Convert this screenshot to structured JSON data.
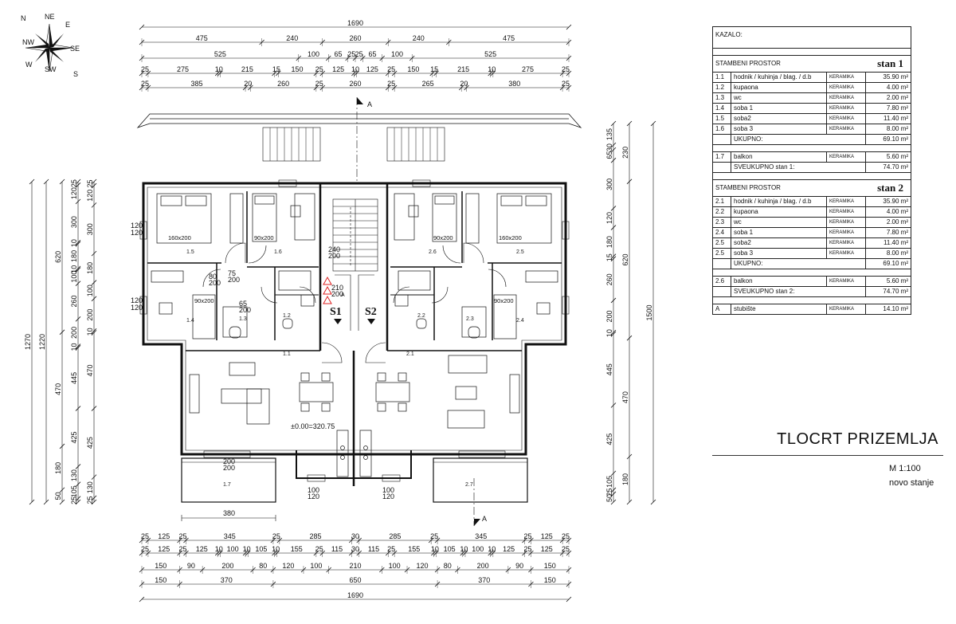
{
  "compass": {
    "labels": [
      "N",
      "NE",
      "E",
      "SE",
      "S",
      "SW",
      "W",
      "NW"
    ]
  },
  "dims": {
    "top_total": "1690",
    "top_row1": [
      "475",
      "240",
      "260",
      "240",
      "475"
    ],
    "top_row2": [
      "525",
      "100",
      "65",
      "25",
      "25",
      "65",
      "100",
      "525"
    ],
    "top_row3": [
      "25",
      "275",
      "10",
      "215",
      "15",
      "150",
      "25",
      "125",
      "10",
      "125",
      "25",
      "150",
      "15",
      "215",
      "10",
      "275",
      "25"
    ],
    "top_row4": [
      "25",
      "385",
      "20",
      "260",
      "25",
      "260",
      "25",
      "265",
      "20",
      "380",
      "25"
    ],
    "bottom_row1": [
      "25",
      "125",
      "25",
      "345",
      "25",
      "285",
      "30",
      "285",
      "25",
      "345",
      "25",
      "125",
      "25"
    ],
    "bottom_row2": [
      "25",
      "125",
      "25",
      "125",
      "10",
      "100",
      "10",
      "105",
      "10",
      "155",
      "25",
      "115",
      "30",
      "115",
      "25",
      "155",
      "10",
      "105",
      "10",
      "100",
      "10",
      "125",
      "25",
      "125",
      "25"
    ],
    "bottom_row3": [
      "150",
      "90",
      "200",
      "80",
      "120",
      "100",
      "210",
      "100",
      "120",
      "80",
      "200",
      "90",
      "150"
    ],
    "bottom_row4": [
      "150",
      "370",
      "650",
      "370",
      "150"
    ],
    "bottom_total": "1690",
    "left_outer": "1270",
    "left_mid": "1220",
    "left_col3": [
      "620",
      "470",
      "180",
      "50"
    ],
    "left_col4": [
      "25",
      "120",
      "300",
      "10",
      "180",
      "10",
      "100",
      "260",
      "200",
      "10",
      "445",
      "425",
      "130",
      "105",
      "25"
    ],
    "left_col5": [
      "25",
      "120",
      "300",
      "180",
      "100",
      "200",
      "10",
      "470",
      "425",
      "130",
      "25"
    ],
    "right_total": "1500",
    "right_col1": [
      "230",
      "620",
      "470",
      "180"
    ],
    "right_col2": [
      "135",
      "30",
      "65",
      "300",
      "120",
      "180",
      "15",
      "260",
      "200",
      "10",
      "445",
      "425",
      "105",
      "25",
      "50"
    ],
    "balcony_width": "380"
  },
  "plan": {
    "section_mark": "A",
    "elevation": "±0.00=320.75",
    "stair1": "S1",
    "stair2": "S2",
    "beds": [
      "160x200",
      "90x200",
      "90x200",
      "90x200",
      "90x200",
      "160x200"
    ],
    "rooms": [
      "1.5",
      "1.6",
      "1.4",
      "1.3",
      "1.2",
      "1.1",
      "1.7",
      "2.1",
      "2.2",
      "2.3",
      "2.4",
      "2.5",
      "2.6",
      "2.7",
      "A"
    ],
    "door_labels": [
      "75",
      "200",
      "80",
      "200",
      "65",
      "200",
      "210",
      "200",
      "240",
      "200"
    ],
    "window_labels": [
      "120",
      "120",
      "120",
      "120",
      "200",
      "200",
      "100",
      "120",
      "100",
      "120"
    ]
  },
  "legend": {
    "header": "KAZALO:",
    "sections": [
      {
        "label": "STAMBENI PROSTOR",
        "title": "stan 1",
        "rows": [
          {
            "num": "1.1",
            "name": "hodnik / kuhinja / blag. / d.b",
            "mat": "KERAMIKA",
            "area": "35.90 m²"
          },
          {
            "num": "1.2",
            "name": "kupaona",
            "mat": "KERAMIKA",
            "area": "4.00 m²"
          },
          {
            "num": "1.3",
            "name": "wc",
            "mat": "KERAMIKA",
            "area": "2.00 m²"
          },
          {
            "num": "1.4",
            "name": "soba 1",
            "mat": "KERAMIKA",
            "area": "7.80 m²"
          },
          {
            "num": "1.5",
            "name": "soba2",
            "mat": "KERAMIKA",
            "area": "11.40 m²"
          },
          {
            "num": "1.6",
            "name": "soba 3",
            "mat": "KERAMIKA",
            "area": "8.00 m²"
          }
        ],
        "subtotal_label": "UKUPNO:",
        "subtotal": "69.10 m²",
        "extra": {
          "num": "1.7",
          "name": "balkon",
          "mat": "KERAMIKA",
          "area": "5.60 m²"
        },
        "total_label": "SVEUKUPNO stan 1:",
        "total": "74.70 m²"
      },
      {
        "label": "STAMBENI PROSTOR",
        "title": "stan 2",
        "rows": [
          {
            "num": "2.1",
            "name": "hodnik / kuhinja / blag. / d.b",
            "mat": "KERAMIKA",
            "area": "35.90 m²"
          },
          {
            "num": "2.2",
            "name": "kupaona",
            "mat": "KERAMIKA",
            "area": "4.00 m²"
          },
          {
            "num": "2.3",
            "name": "wc",
            "mat": "KERAMIKA",
            "area": "2.00 m²"
          },
          {
            "num": "2.4",
            "name": "soba 1",
            "mat": "KERAMIKA",
            "area": "7.80 m²"
          },
          {
            "num": "2.5",
            "name": "soba2",
            "mat": "KERAMIKA",
            "area": "11.40 m²"
          },
          {
            "num": "2.5",
            "name": "soba 3",
            "mat": "KERAMIKA",
            "area": "8.00 m²"
          }
        ],
        "subtotal_label": "UKUPNO:",
        "subtotal": "69.10 m²",
        "extra": {
          "num": "2.6",
          "name": "balkon",
          "mat": "KERAMIKA",
          "area": "5.60 m²"
        },
        "total_label": "SVEUKUPNO stan 2:",
        "total": "74.70 m²"
      }
    ],
    "stair": {
      "num": "A",
      "name": "stubište",
      "mat": "KERAMIKA",
      "area": "14.10 m²"
    }
  },
  "title_block": {
    "title": "TLOCRT PRIZEMLJA",
    "scale": "M 1:100",
    "state": "novo stanje"
  }
}
